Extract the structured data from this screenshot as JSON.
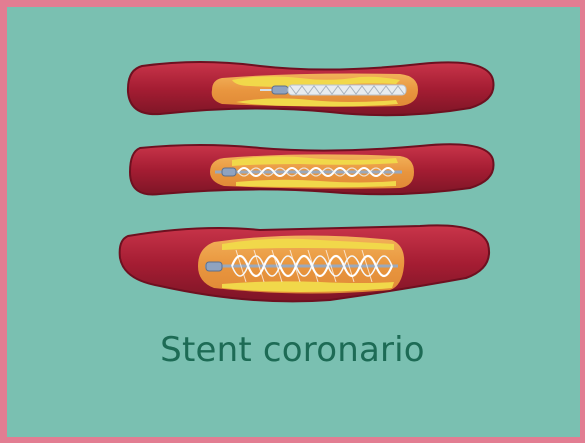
{
  "caption": "Stent coronario",
  "colors": {
    "background": "#7ac0b1",
    "border": "#e27d92",
    "vessel": "#b5243a",
    "vessel_dark": "#7e1526",
    "plaque": "#e8a84a",
    "fat_deposit": "#f1d84a",
    "stent_wire": "#ffffff",
    "catheter": "#8fa3c0",
    "caption_text": "#1d6b55"
  },
  "stages": [
    {
      "name": "stent-crimped",
      "state": "collapsed"
    },
    {
      "name": "stent-partial-expansion",
      "state": "partially-expanded"
    },
    {
      "name": "stent-fully-expanded",
      "state": "expanded"
    }
  ]
}
